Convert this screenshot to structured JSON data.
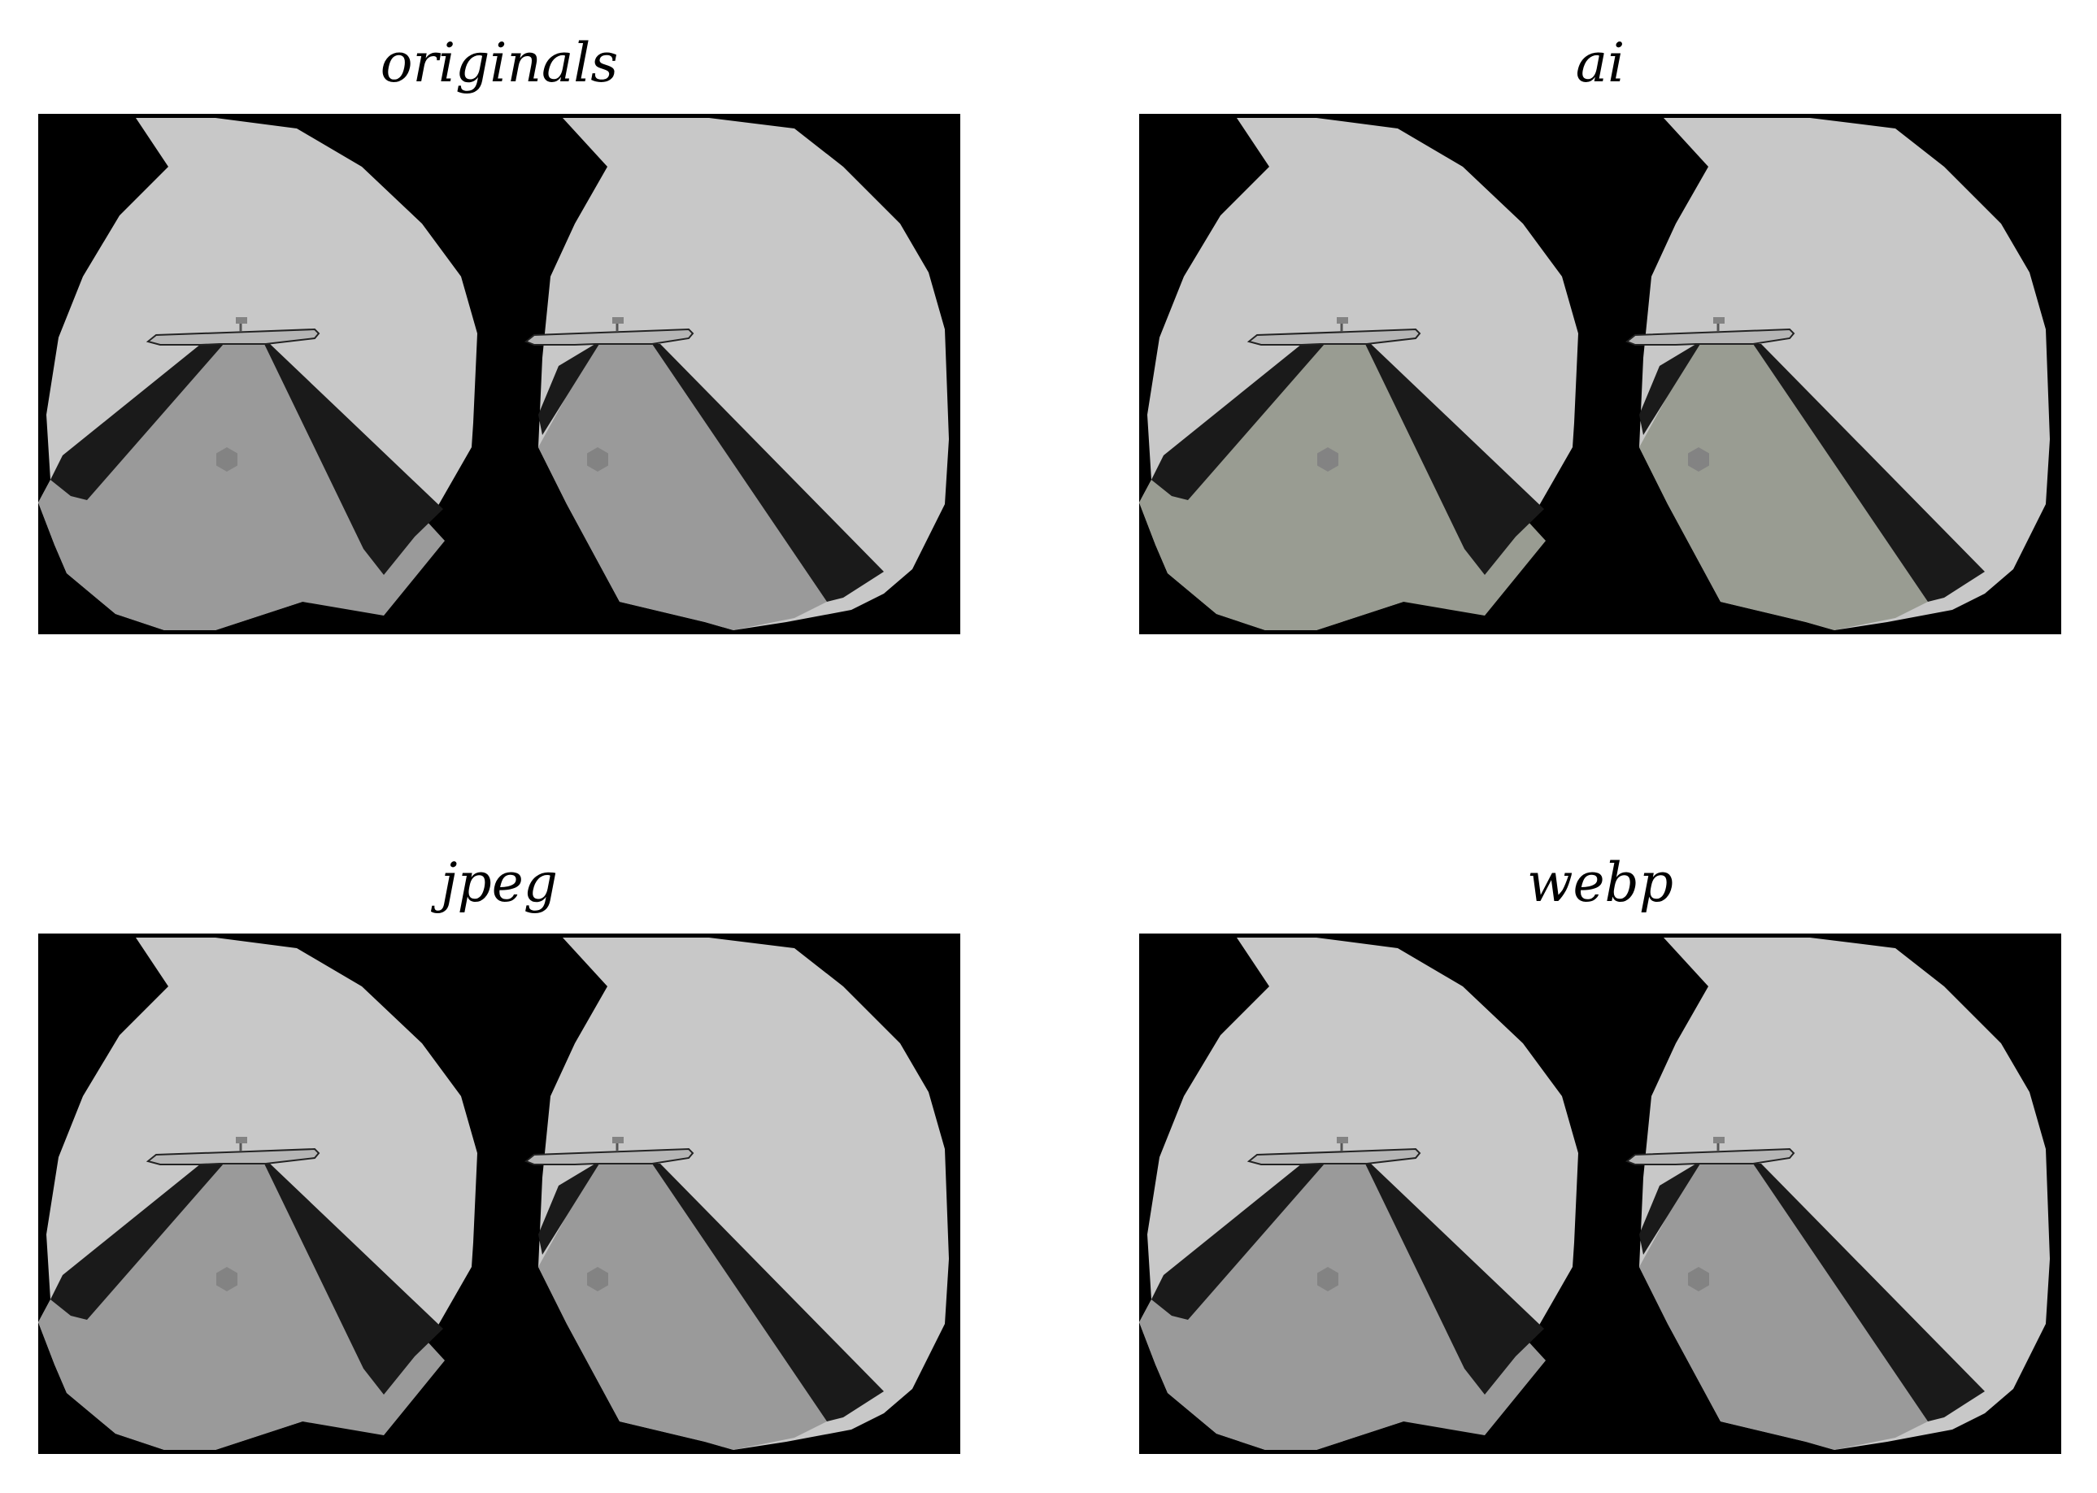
{
  "panels": [
    {
      "title": "originals",
      "tint": "original"
    },
    {
      "title": "ai",
      "tint": "greenish"
    },
    {
      "title": "jpeg",
      "tint": "original"
    },
    {
      "title": "webp",
      "tint": "original"
    }
  ],
  "colors": {
    "background": "#000000",
    "sky": "#c8c8c8",
    "floor_original": "#9a9a9a",
    "floor_ai": "#999c92",
    "wedge": "#1a1a1a",
    "platform": "#b5b5b5",
    "marker": "#838383"
  }
}
